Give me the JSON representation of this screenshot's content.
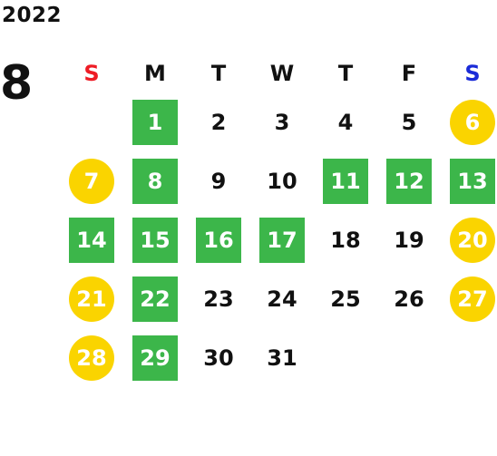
{
  "calendar": {
    "year": "2022",
    "month": "8",
    "weekday_labels": [
      {
        "label": "S",
        "color": "#ee1c25"
      },
      {
        "label": "M",
        "color": "#111111"
      },
      {
        "label": "T",
        "color": "#111111"
      },
      {
        "label": "W",
        "color": "#111111"
      },
      {
        "label": "T",
        "color": "#111111"
      },
      {
        "label": "F",
        "color": "#111111"
      },
      {
        "label": "S",
        "color": "#1a2bd8"
      }
    ],
    "first_weekday_index": 1,
    "days": [
      {
        "day": "1",
        "style": "holiday"
      },
      {
        "day": "2",
        "style": "normal"
      },
      {
        "day": "3",
        "style": "normal"
      },
      {
        "day": "4",
        "style": "normal"
      },
      {
        "day": "5",
        "style": "normal"
      },
      {
        "day": "6",
        "style": "weekend"
      },
      {
        "day": "7",
        "style": "weekend"
      },
      {
        "day": "8",
        "style": "holiday"
      },
      {
        "day": "9",
        "style": "normal"
      },
      {
        "day": "10",
        "style": "normal"
      },
      {
        "day": "11",
        "style": "holiday"
      },
      {
        "day": "12",
        "style": "holiday"
      },
      {
        "day": "13",
        "style": "holiday"
      },
      {
        "day": "14",
        "style": "holiday"
      },
      {
        "day": "15",
        "style": "holiday"
      },
      {
        "day": "16",
        "style": "holiday"
      },
      {
        "day": "17",
        "style": "holiday"
      },
      {
        "day": "18",
        "style": "normal"
      },
      {
        "day": "19",
        "style": "normal"
      },
      {
        "day": "20",
        "style": "weekend"
      },
      {
        "day": "21",
        "style": "weekend"
      },
      {
        "day": "22",
        "style": "holiday"
      },
      {
        "day": "23",
        "style": "normal"
      },
      {
        "day": "24",
        "style": "normal"
      },
      {
        "day": "25",
        "style": "normal"
      },
      {
        "day": "26",
        "style": "normal"
      },
      {
        "day": "27",
        "style": "weekend"
      },
      {
        "day": "28",
        "style": "weekend"
      },
      {
        "day": "29",
        "style": "holiday"
      },
      {
        "day": "30",
        "style": "normal"
      },
      {
        "day": "31",
        "style": "normal"
      }
    ],
    "colors": {
      "holiday_fill": "#3cb64a",
      "weekend_fill": "#fad400",
      "sunday_label": "#ee1c25",
      "saturday_label": "#1a2bd8",
      "text": "#111111"
    }
  }
}
